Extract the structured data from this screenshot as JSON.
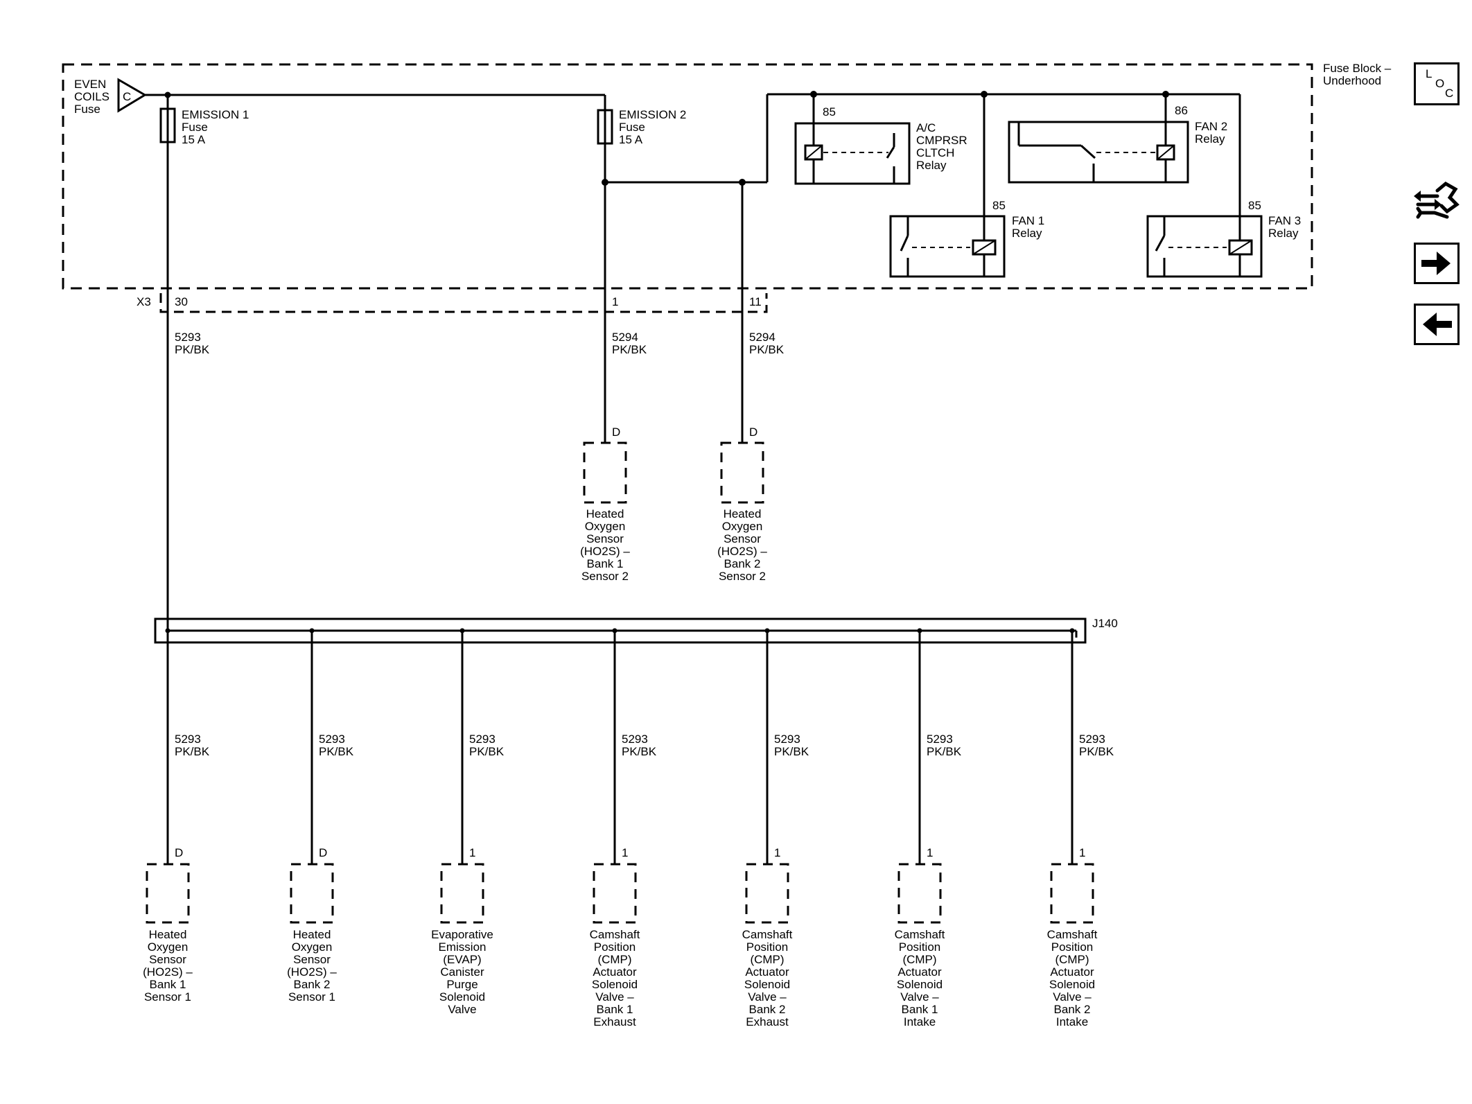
{
  "fuse_block": {
    "label_line1": "Fuse Block –",
    "label_line2": "Underhood"
  },
  "supply": {
    "label_line1": "EVEN",
    "label_line2": "COILS",
    "label_line3": "Fuse",
    "connector": "C"
  },
  "fuses": [
    {
      "name": "EMISSION 1",
      "type": "Fuse",
      "rating": "15 A"
    },
    {
      "name": "EMISSION 2",
      "type": "Fuse",
      "rating": "15 A"
    }
  ],
  "relays": {
    "ac": {
      "pin": "85",
      "line1": "A/C",
      "line2": "CMPRSR",
      "line3": "CLTCH",
      "line4": "Relay"
    },
    "fan2": {
      "pin": "86",
      "line1": "FAN 2",
      "line2": "Relay"
    },
    "fan1": {
      "pin": "85",
      "line1": "FAN 1",
      "line2": "Relay"
    },
    "fan3": {
      "pin": "85",
      "line1": "FAN 3",
      "line2": "Relay"
    }
  },
  "connector_x3": {
    "label": "X3",
    "pins": [
      "30",
      "1",
      "11"
    ]
  },
  "wires_upper": [
    {
      "circuit": "5293",
      "color": "PK/BK"
    },
    {
      "circuit": "5294",
      "color": "PK/BK"
    },
    {
      "circuit": "5294",
      "color": "PK/BK"
    }
  ],
  "upper_sensors": [
    {
      "pin": "D",
      "lines": [
        "Heated",
        "Oxygen",
        "Sensor",
        "(HO2S) –",
        "Bank 1",
        "Sensor 2"
      ]
    },
    {
      "pin": "D",
      "lines": [
        "Heated",
        "Oxygen",
        "Sensor",
        "(HO2S) –",
        "Bank 2",
        "Sensor 2"
      ]
    }
  ],
  "splice": {
    "label": "J140"
  },
  "lower_components": [
    {
      "circuit": "5293",
      "color": "PK/BK",
      "pin": "D",
      "lines": [
        "Heated",
        "Oxygen",
        "Sensor",
        "(HO2S) –",
        "Bank 1",
        "Sensor 1"
      ]
    },
    {
      "circuit": "5293",
      "color": "PK/BK",
      "pin": "D",
      "lines": [
        "Heated",
        "Oxygen",
        "Sensor",
        "(HO2S) –",
        "Bank 2",
        "Sensor 1"
      ]
    },
    {
      "circuit": "5293",
      "color": "PK/BK",
      "pin": "1",
      "lines": [
        "Evaporative",
        "Emission",
        "(EVAP)",
        "Canister",
        "Purge",
        "Solenoid",
        "Valve"
      ]
    },
    {
      "circuit": "5293",
      "color": "PK/BK",
      "pin": "1",
      "lines": [
        "Camshaft",
        "Position",
        "(CMP)",
        "Actuator",
        "Solenoid",
        "Valve –",
        "Bank 1",
        "Exhaust"
      ]
    },
    {
      "circuit": "5293",
      "color": "PK/BK",
      "pin": "1",
      "lines": [
        "Camshaft",
        "Position",
        "(CMP)",
        "Actuator",
        "Solenoid",
        "Valve –",
        "Bank 2",
        "Exhaust"
      ]
    },
    {
      "circuit": "5293",
      "color": "PK/BK",
      "pin": "1",
      "lines": [
        "Camshaft",
        "Position",
        "(CMP)",
        "Actuator",
        "Solenoid",
        "Valve –",
        "Bank 1",
        "Intake"
      ]
    },
    {
      "circuit": "5293",
      "color": "PK/BK",
      "pin": "1",
      "lines": [
        "Camshaft",
        "Position",
        "(CMP)",
        "Actuator",
        "Solenoid",
        "Valve –",
        "Bank 2",
        "Intake"
      ]
    }
  ],
  "nav": {
    "loc_l": "L",
    "loc_o": "O",
    "loc_c": "C"
  },
  "icons": {
    "loc": "loc-icon",
    "tool": "wrench-connector-icon",
    "next": "arrow-right-icon",
    "prev": "arrow-left-icon"
  }
}
